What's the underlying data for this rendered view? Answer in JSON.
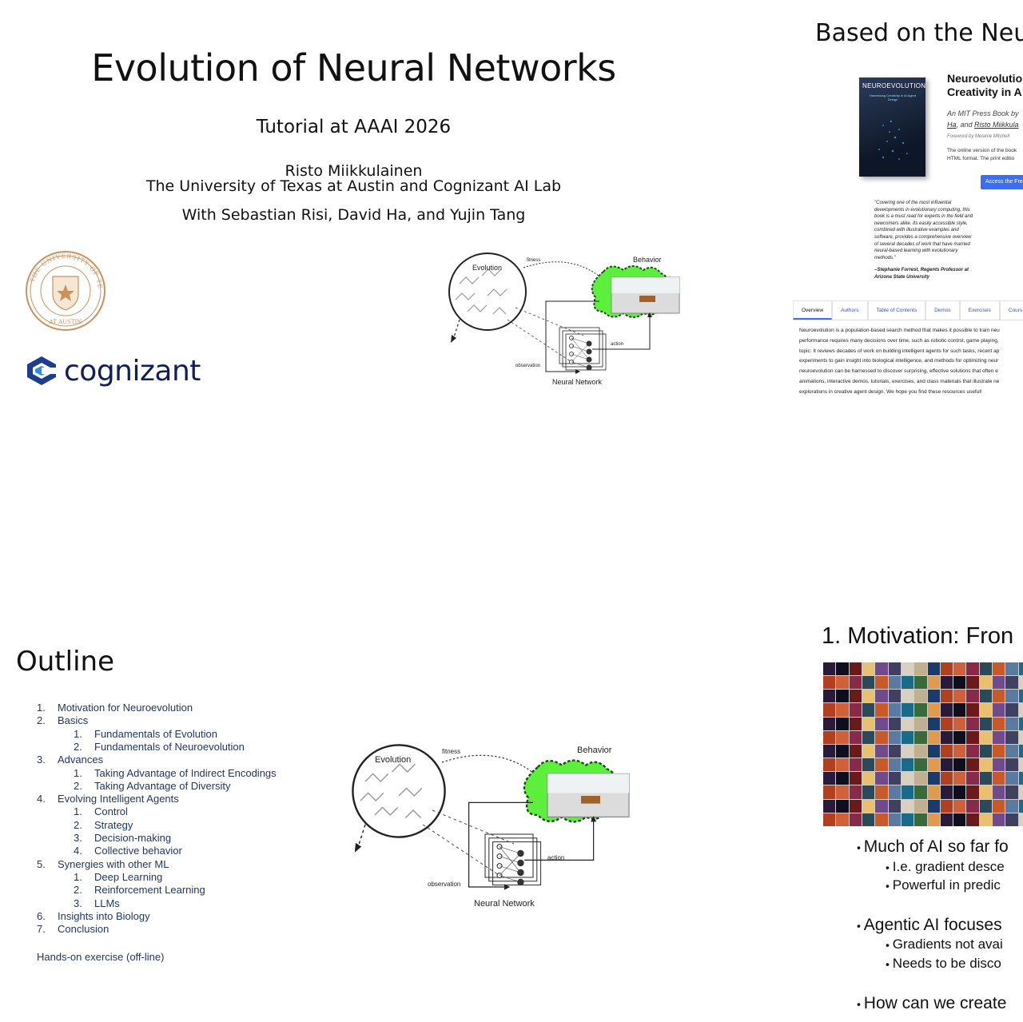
{
  "slide1": {
    "title": "Evolution of Neural Networks",
    "subtitle": "Tutorial at AAAI 2026",
    "author": "Risto Miikkulainen",
    "affiliation": "The University of Texas at Austin and Cognizant AI Lab",
    "coauthors": "With Sebastian Risi, David Ha, and Yujin Tang",
    "cognizant_logo_text": "cognizant",
    "seal_text": "THE UNIVERSITY OF TEXAS AT AUSTIN"
  },
  "diagram": {
    "evolution": "Evolution",
    "fitness": "fitness",
    "behavior": "Behavior",
    "action": "action",
    "observation": "observation",
    "neural_network": "Neural Network"
  },
  "slide2": {
    "title": "Based on the Neuro",
    "book_cover_title": "NEUROEVOLUTION",
    "book_cover_subtitle": "Harnessing Creativity in AI Agent Design",
    "book_heading_line1": "Neuroevolutio",
    "book_heading_line2": "Creativity in A",
    "meta_line1": "An MIT Press Book by",
    "meta_line2_a": "Ha",
    "meta_line2_b": ", and ",
    "meta_line2_c": "Risto Miikkula",
    "foreword": "Foreword by Melanie Mitchell",
    "online_line1": "The online version of the book",
    "online_line2": "HTML format. The print editio",
    "access_button": "Access the Fre",
    "quote_lines": [
      "\"Covering one of the most influential",
      "developments in evolutionary computing, this",
      "book is a must read for experts in the field and",
      "newcomers alike. Its easily accessible style,",
      "combined with illustrative examples and",
      "software, provides a comprehensive overview",
      "of several decades of work that have married",
      "neural-based learning with evolutionary",
      "methods.\""
    ],
    "attribution_lines": [
      "–Stephanie Forrest, Regents Professor at",
      "Arizona State University"
    ],
    "tabs": [
      "Overview",
      "Authors",
      "Table of Contents",
      "Demos",
      "Exercises",
      "Cours"
    ],
    "paragraph_lines": [
      "Neuroevolution is a population-based search method that makes it possible to train neu",
      "performance requires many decisions over time, such as robotic control, game playing,",
      "topic: It reviews decades of work on building intelligent agents for such tasks, recent ap",
      "experiments to gain insight into biological intelligence, and methods for optimizing neur",
      "neuroevolution can be harnessed to discover surprising, effective solutions that often e",
      "animations, interactive demos, tutorials, exercises, and class materials that illustrate ne",
      "explorations in creative agent design. We hope you find these resources useful!"
    ]
  },
  "slide3": {
    "title": "Outline",
    "items": [
      {
        "num": "1.",
        "label": "Motivation for Neuroevolution",
        "level": 1
      },
      {
        "num": "2.",
        "label": "Basics",
        "level": 1
      },
      {
        "num": "1.",
        "label": "Fundamentals of Evolution",
        "level": 2
      },
      {
        "num": "2.",
        "label": "Fundamentals of Neuroevolution",
        "level": 2
      },
      {
        "num": "3.",
        "label": "Advances",
        "level": 1
      },
      {
        "num": "1.",
        "label": "Taking Advantage of Indirect Encodings",
        "level": 2
      },
      {
        "num": "2.",
        "label": "Taking Advantage of Diversity",
        "level": 2
      },
      {
        "num": "4.",
        "label": "Evolving Intelligent Agents",
        "level": 1
      },
      {
        "num": "1.",
        "label": "Control",
        "level": 2
      },
      {
        "num": "2.",
        "label": "Strategy",
        "level": 2
      },
      {
        "num": "3.",
        "label": "Decision-making",
        "level": 2
      },
      {
        "num": "4.",
        "label": "Collective behavior",
        "level": 2
      },
      {
        "num": "5.",
        "label": "Synergies with other ML",
        "level": 1
      },
      {
        "num": "1.",
        "label": "Deep Learning",
        "level": 2
      },
      {
        "num": "2.",
        "label": "Reinforcement Learning",
        "level": 2
      },
      {
        "num": "3.",
        "label": "LLMs",
        "level": 2
      },
      {
        "num": "6.",
        "label": "Insights into Biology",
        "level": 1
      },
      {
        "num": "7.",
        "label": "Conclusion",
        "level": 1
      }
    ],
    "hands_on": "Hands-on exercise (off-line)"
  },
  "slide4": {
    "title": "1. Motivation: Fron",
    "bullets": [
      {
        "text": "Much of AI so far fo",
        "level": 1
      },
      {
        "text": "I.e. gradient desce",
        "level": 2
      },
      {
        "text": "Powerful in predic",
        "level": 2
      },
      {
        "text": "Agentic AI focuses",
        "level": 1
      },
      {
        "text": "Gradients not avai",
        "level": 2
      },
      {
        "text": "Needs to be disco",
        "level": 2
      },
      {
        "text": "How can we create",
        "level": 1
      }
    ]
  },
  "colors": {
    "outline_text": "#1f3864",
    "ut_orange": "#bf5700",
    "behavior_green": "#5cf03c",
    "cognizant_blue": "#0f1e5c",
    "link_blue": "#3b6ff0"
  }
}
